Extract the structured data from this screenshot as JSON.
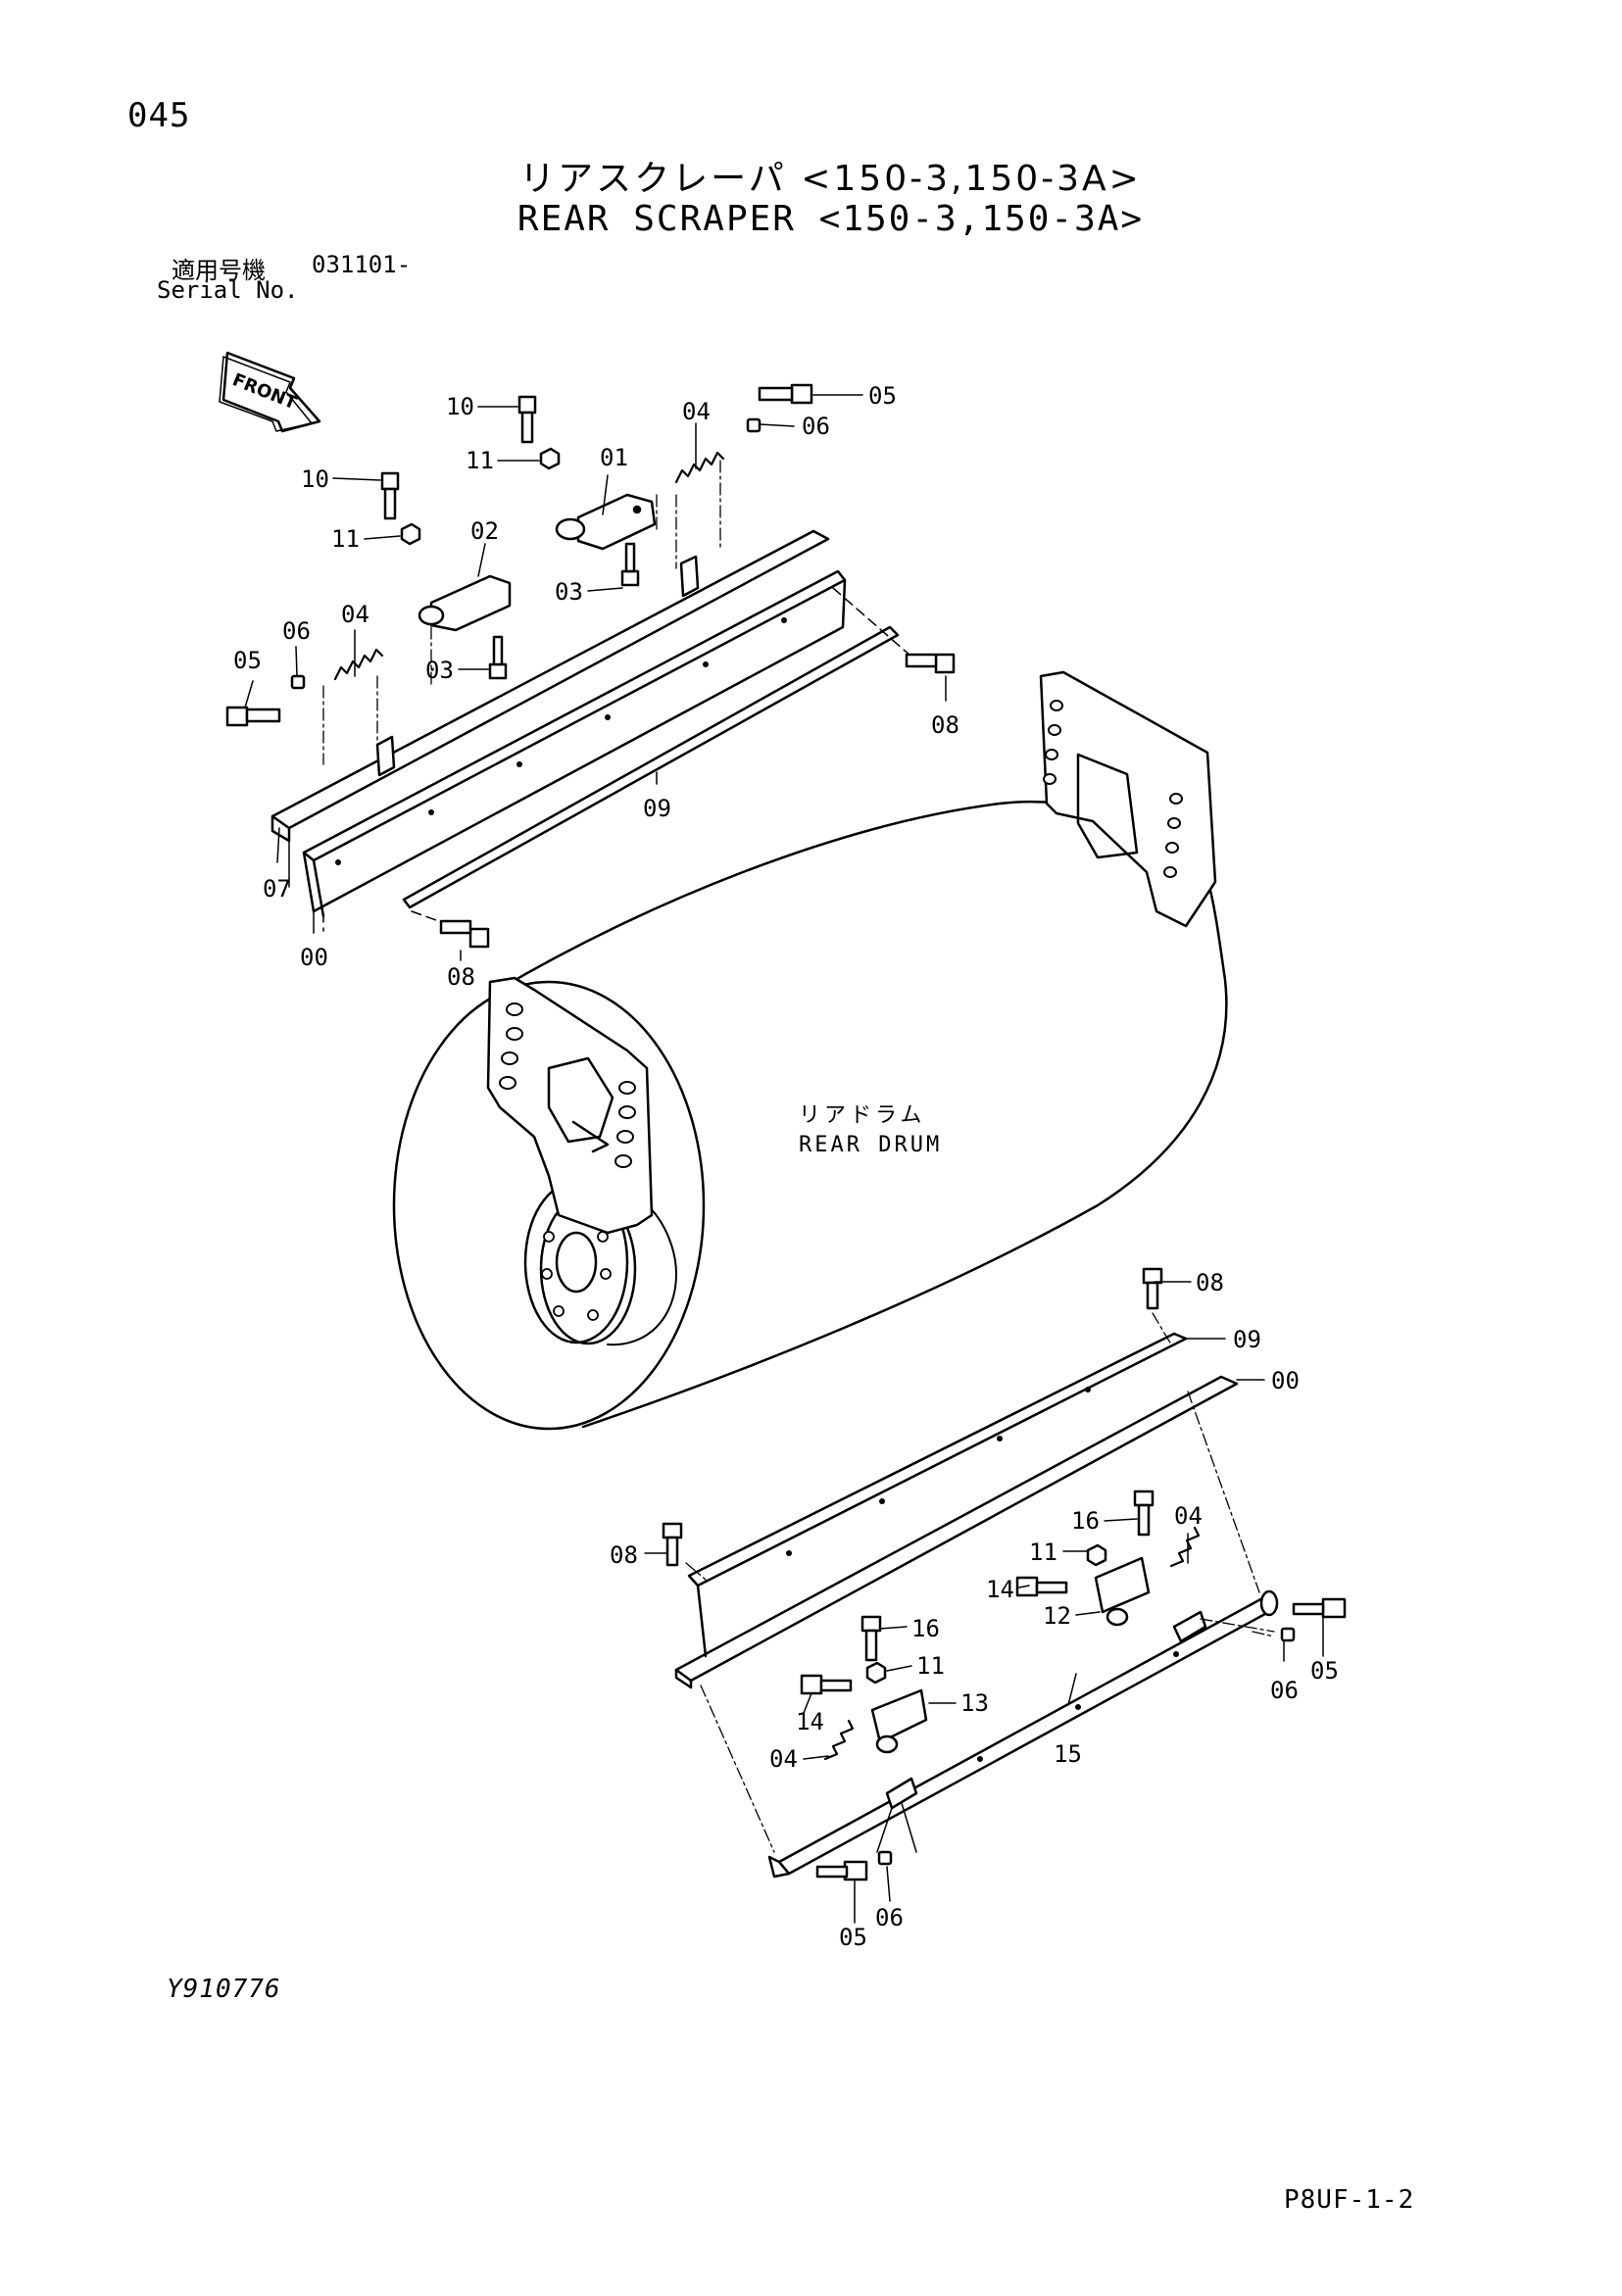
{
  "header": {
    "page_number": "045",
    "title_ja": "リアスクレーパ <150-3,150-3A>",
    "title_en": "REAR SCRAPER <150-3,150-3A>",
    "serial_label_ja": "適用号機",
    "serial_value": "031101-",
    "serial_label_en": "Serial No."
  },
  "diagram": {
    "front_label": "FRONT",
    "drum_label_ja": "リアドラム",
    "drum_label_en": "REAR DRUM",
    "callouts": [
      {
        "id": "c10a",
        "text": "10"
      },
      {
        "id": "c11a",
        "text": "11"
      },
      {
        "id": "c04a",
        "text": "04"
      },
      {
        "id": "c05a",
        "text": "05"
      },
      {
        "id": "c06a",
        "text": "06"
      },
      {
        "id": "c01",
        "text": "01"
      },
      {
        "id": "c10b",
        "text": "10"
      },
      {
        "id": "c11b",
        "text": "11"
      },
      {
        "id": "c02",
        "text": "02"
      },
      {
        "id": "c03a",
        "text": "03"
      },
      {
        "id": "c03b",
        "text": "03"
      },
      {
        "id": "c04b",
        "text": "04"
      },
      {
        "id": "c06b",
        "text": "06"
      },
      {
        "id": "c05b",
        "text": "05"
      },
      {
        "id": "c08a",
        "text": "08"
      },
      {
        "id": "c09a",
        "text": "09"
      },
      {
        "id": "c07",
        "text": "07"
      },
      {
        "id": "c00a",
        "text": "00"
      },
      {
        "id": "c08b",
        "text": "08"
      },
      {
        "id": "c08c",
        "text": "08"
      },
      {
        "id": "c09b",
        "text": "09"
      },
      {
        "id": "c00b",
        "text": "00"
      },
      {
        "id": "c16a",
        "text": "16"
      },
      {
        "id": "c04c",
        "text": "04"
      },
      {
        "id": "c11c",
        "text": "11"
      },
      {
        "id": "c08d",
        "text": "08"
      },
      {
        "id": "c14a",
        "text": "14"
      },
      {
        "id": "c12",
        "text": "12"
      },
      {
        "id": "c16b",
        "text": "16"
      },
      {
        "id": "c11d",
        "text": "11"
      },
      {
        "id": "c13",
        "text": "13"
      },
      {
        "id": "c14b",
        "text": "14"
      },
      {
        "id": "c04d",
        "text": "04"
      },
      {
        "id": "c15",
        "text": "15"
      },
      {
        "id": "c06c",
        "text": "06"
      },
      {
        "id": "c05c",
        "text": "05"
      },
      {
        "id": "c05d",
        "text": "05"
      },
      {
        "id": "c06d",
        "text": "06"
      }
    ]
  },
  "footer": {
    "ref_code": "Y910776",
    "sheet_id": "P8UF-1-2"
  }
}
